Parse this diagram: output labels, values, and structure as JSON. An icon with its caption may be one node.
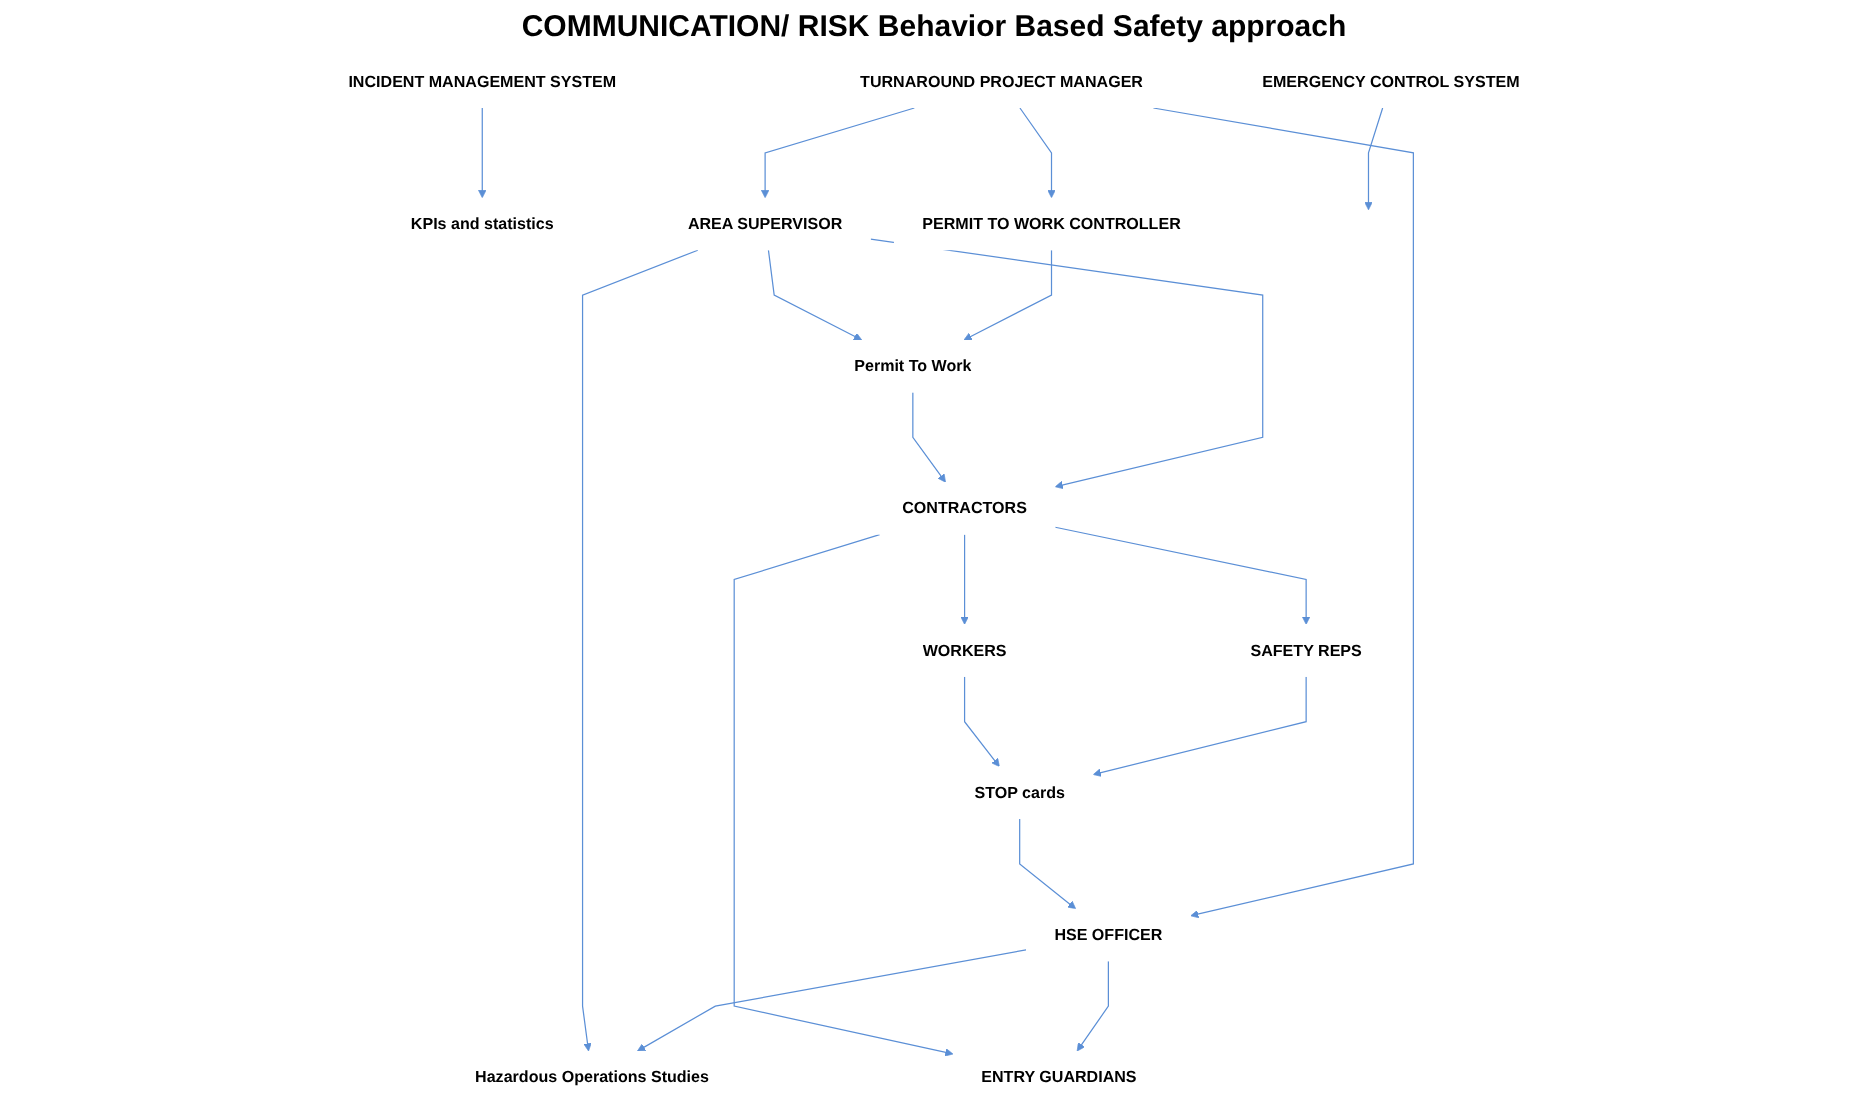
{
  "diagram": {
    "nodes": [
      {
        "text": [
          "EMERGENCY CONTROL SYSTEM"
        ]
      },
      {
        "text": [
          "INCIDENT MANAGEMENT SYSTEM"
        ]
      },
      {
        "text": [
          "KPIs and statistics"
        ]
      },
      {
        "text": [
          "TURNAROUND PROJECT MANAGER"
        ]
      },
      {
        "text": [
          "HSE OFFICER"
        ]
      },
      {
        "text": [
          "PERMIT TO WORK CONTROLLER"
        ]
      },
      {
        "text": [
          "AREA SUPERVISOR"
        ]
      },
      {
        "text": [
          "Hazardous Operations Studies"
        ]
      },
      {
        "text": [
          "Permit To Work"
        ]
      },
      {
        "text": [
          "CONTRACTORS"
        ]
      },
      {
        "text": [
          "ENTRY GUARDIANS"
        ]
      },
      {
        "text": [
          "SAFETY REPS"
        ]
      },
      {
        "text": [
          "STOP cards"
        ]
      },
      {
        "text": [
          "WORKERS"
        ]
      }
    ],
    "edges": [
      {
        "from": 0,
        "to": null,
        "arrow": "to"
      },
      {
        "from": 1,
        "to": 2,
        "arrow": "to"
      },
      {
        "from": 3,
        "to": 4,
        "arrow": "to"
      },
      {
        "from": 3,
        "to": 5,
        "arrow": "to"
      },
      {
        "from": 3,
        "to": 6,
        "arrow": "to"
      },
      {
        "from": 4,
        "to": 7,
        "arrow": "to"
      },
      {
        "from": 4,
        "to": 10,
        "arrow": "to"
      },
      {
        "from": 6,
        "to": 7,
        "arrow": "to"
      },
      {
        "from": 5,
        "to": 8,
        "arrow": "to"
      },
      {
        "from": 6,
        "to": 8,
        "arrow": "to"
      },
      {
        "from": 6,
        "to": 9,
        "arrow": "to"
      },
      {
        "from": 8,
        "to": 9,
        "arrow": "to"
      },
      {
        "from": 9,
        "to": 10,
        "arrow": "to"
      },
      {
        "from": 9,
        "to": 11,
        "arrow": "to"
      },
      {
        "from": 9,
        "to": 13,
        "arrow": "to"
      },
      {
        "from": 11,
        "to": 12,
        "arrow": "to"
      },
      {
        "from": 13,
        "to": 12,
        "arrow": "to"
      },
      {
        "from": 12,
        "to": 4,
        "arrow": "to"
      }
    ],
    "labels": [
      "COMMUNICATION/ RISK Behavior Based Safety approach"
    ]
  }
}
